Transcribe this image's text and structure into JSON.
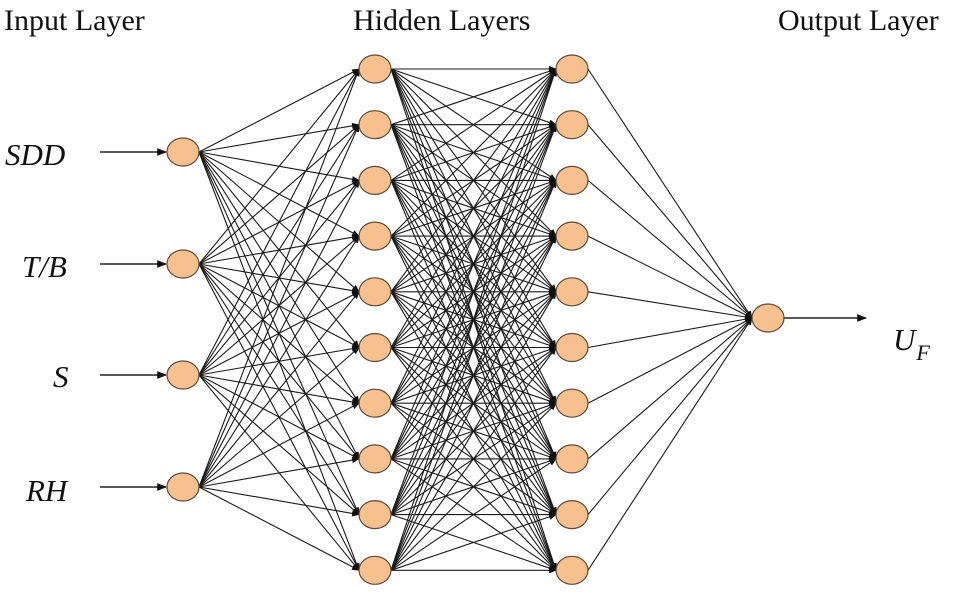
{
  "diagram": {
    "layer_titles": {
      "input": "Input Layer",
      "hidden": "Hidden Layers",
      "output": "Output Layer"
    },
    "inputs": [
      "SDD",
      "T/B",
      "S",
      "RH"
    ],
    "output": {
      "base": "U",
      "subscript": "F"
    },
    "hidden_layers": 2,
    "nodes_per_hidden_layer": 10,
    "colors": {
      "node_fill": "#f6c08f",
      "node_stroke": "#5a4a3a",
      "edge": "#1a1a1a"
    }
  }
}
